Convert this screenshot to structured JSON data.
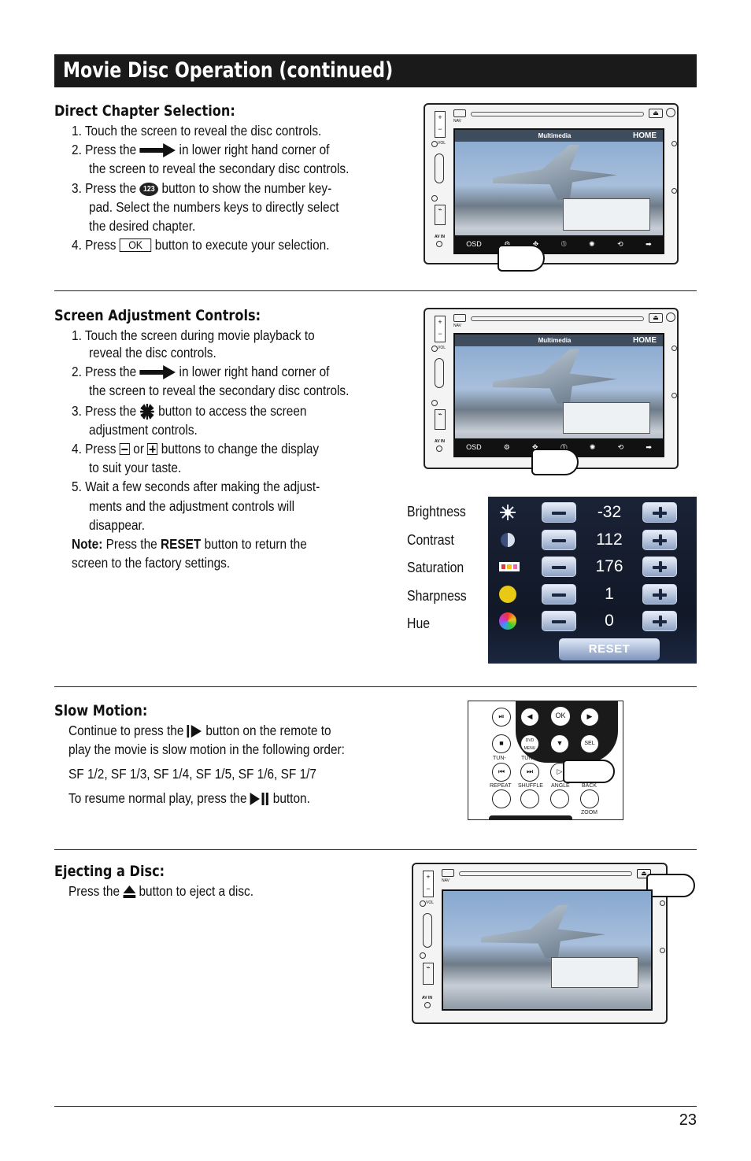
{
  "title": "Movie Disc Operation (continued)",
  "direct": {
    "heading": "Direct Chapter Selection:",
    "s1": "1. Touch the screen to reveal the disc controls.",
    "s2a": "2. Press the",
    "s2b": "in lower right hand corner of",
    "s2c": "the screen to reveal the secondary disc controls.",
    "s3a": "3. Press the",
    "s3b": "button to show the number key-",
    "s3c": "pad. Select the numbers keys to directly select",
    "s3d": "the desired chapter.",
    "s4a": "4. Press",
    "s4ok": "OK",
    "s4b": "button to execute your selection.",
    "btn123": "123"
  },
  "screenadj": {
    "heading": "Screen Adjustment Controls:",
    "s1a": "1. Touch the screen during movie playback to",
    "s1b": "reveal the disc controls.",
    "s2a": "2. Press the",
    "s2b": "in lower right hand corner of",
    "s2c": "the screen to reveal the secondary disc controls.",
    "s3a": "3. Press the",
    "s3b": "button to access the screen",
    "s3c": "adjustment controls.",
    "s4a": "4. Press",
    "s4or": "or",
    "s4b": "buttons to change the display",
    "s4c": "to suit your taste.",
    "s5a": "5. Wait a few seconds after making the adjust-",
    "s5b": "ments and the adjustment controls will",
    "s5c": "disappear.",
    "note_label": "Note:",
    "note_a": "Press the",
    "note_reset": "RESET",
    "note_b": "button to return the",
    "note_c": "screen to the factory settings."
  },
  "adjust_panel": {
    "rows": [
      {
        "label": "Brightness",
        "value": "-32"
      },
      {
        "label": "Contrast",
        "value": "112"
      },
      {
        "label": "Saturation",
        "value": "176"
      },
      {
        "label": "Sharpness",
        "value": "1"
      },
      {
        "label": "Hue",
        "value": "0"
      }
    ],
    "reset": "RESET"
  },
  "device": {
    "multimedia": "Multimedia",
    "home": "HOME",
    "osd": "OSD",
    "nav": "NAV",
    "vol": "VOL",
    "avin": "AV IN"
  },
  "slow": {
    "heading": "Slow Motion:",
    "l1a": "Continue to press the",
    "l1b": "button on the remote to",
    "l2": "play the movie is slow motion in the following order:",
    "l3": "SF 1/2, SF 1/3, SF 1/4, SF 1/5, SF 1/6, SF 1/7",
    "l4a": "To resume normal play, press the",
    "l4b": "button."
  },
  "remote": {
    "ok": "OK",
    "dvdmenu": "DVD MENU",
    "sel": "SEL",
    "tunm": "TUN-",
    "tunp": "TUN+",
    "repeat": "REPEAT",
    "shuffle": "SHUFFLE",
    "angle": "ANGLE",
    "back": "BACK",
    "zoom": "ZOOM"
  },
  "eject": {
    "heading": "Ejecting a Disc:",
    "l1a": "Press the",
    "l1b": "button to eject a disc."
  },
  "page_number": "23"
}
